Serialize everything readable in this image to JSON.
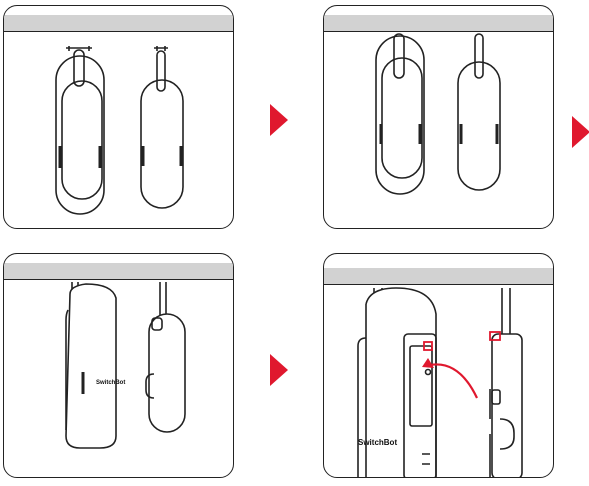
{
  "colors": {
    "accent": "#e0182e",
    "rail": "#d2d2d2",
    "outline": "#222222"
  },
  "brand_label": "SwitchBot",
  "steps": [
    {
      "id": "step-1"
    },
    {
      "id": "step-2"
    },
    {
      "id": "step-3"
    },
    {
      "id": "step-4"
    }
  ],
  "arrows": [
    "next-step-arrow-1",
    "next-step-arrow-2",
    "next-step-arrow-3"
  ]
}
